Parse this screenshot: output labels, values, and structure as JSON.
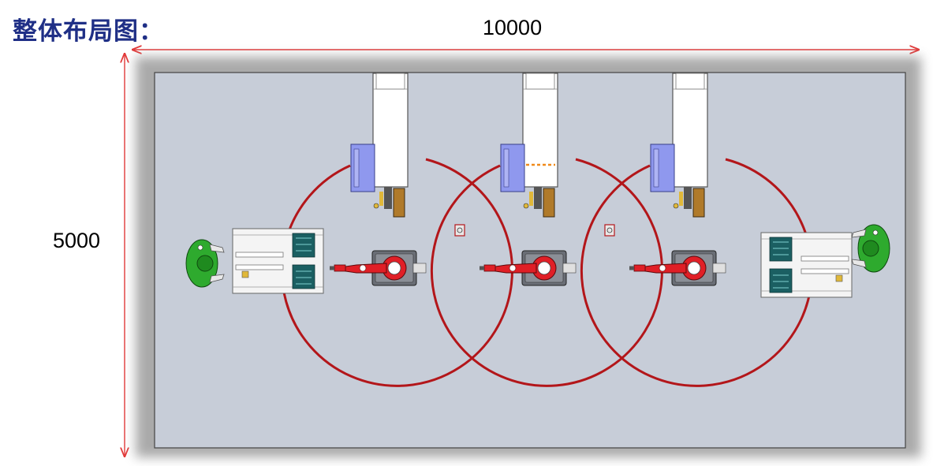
{
  "page": {
    "title": "整体布局图：",
    "width_dimension": "10000",
    "height_dimension": "5000"
  },
  "colors": {
    "title": "#1f2f86",
    "dimension_line": "#e23a3a",
    "floor": "#c7cdd8",
    "reach_circle": "#b3161a",
    "robot": "#e01f26",
    "operator": "#2eaa2e",
    "machine_cabinet": "#8f98ee",
    "rack_panel": "#1b5f62"
  },
  "layout": {
    "stations": 3,
    "operators": 2
  }
}
